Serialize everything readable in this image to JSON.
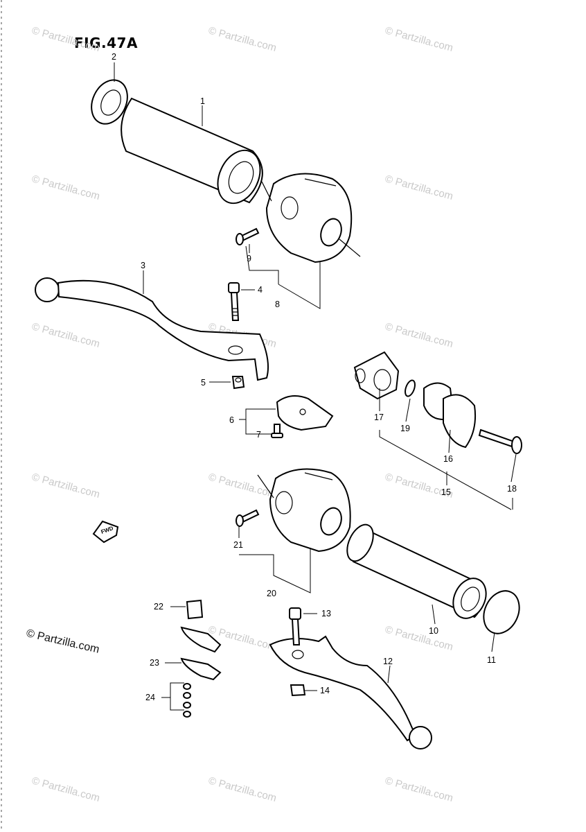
{
  "figure": {
    "title": "FIG.47A",
    "credit": "© Partzilla.com"
  },
  "watermark": {
    "text": "© Partzilla.com"
  },
  "direction_marker": {
    "text": "FWD"
  },
  "callouts": [
    {
      "id": "c1",
      "text": "1"
    },
    {
      "id": "c2",
      "text": "2"
    },
    {
      "id": "c3",
      "text": "3"
    },
    {
      "id": "c4",
      "text": "4"
    },
    {
      "id": "c5",
      "text": "5"
    },
    {
      "id": "c6",
      "text": "6"
    },
    {
      "id": "c7",
      "text": "7"
    },
    {
      "id": "c8",
      "text": "8"
    },
    {
      "id": "c9",
      "text": "9"
    },
    {
      "id": "c10",
      "text": "10"
    },
    {
      "id": "c11",
      "text": "11"
    },
    {
      "id": "c12",
      "text": "12"
    },
    {
      "id": "c13",
      "text": "13"
    },
    {
      "id": "c14",
      "text": "14"
    },
    {
      "id": "c15",
      "text": "15"
    },
    {
      "id": "c16",
      "text": "16"
    },
    {
      "id": "c17",
      "text": "17"
    },
    {
      "id": "c18",
      "text": "18"
    },
    {
      "id": "c19",
      "text": "19"
    },
    {
      "id": "c20",
      "text": "20"
    },
    {
      "id": "c21",
      "text": "21"
    },
    {
      "id": "c22",
      "text": "22"
    },
    {
      "id": "c23",
      "text": "23"
    },
    {
      "id": "c24",
      "text": "24"
    }
  ]
}
